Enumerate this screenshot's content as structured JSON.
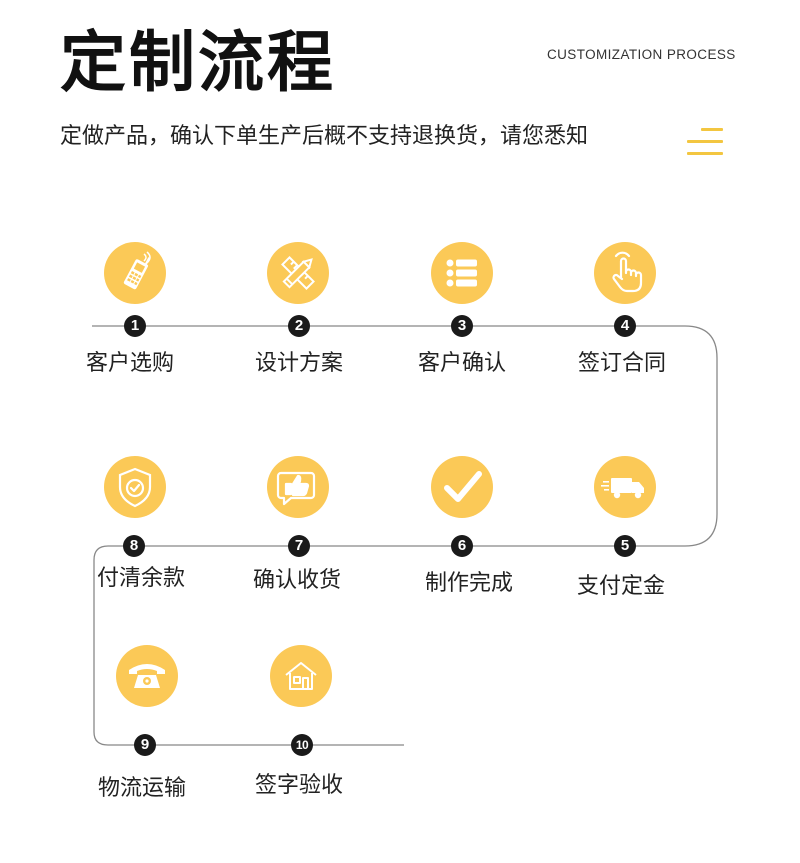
{
  "header": {
    "title": "定制流程",
    "english_title": "CUSTOMIZATION PROCESS",
    "notice": "定做产品，确认下单生产后概不支持退换货，请您悉知"
  },
  "colors": {
    "accent": "#fbc957",
    "dot": "#1a1a1a",
    "line": "#888888"
  },
  "steps": [
    {
      "number": "1",
      "label": "客户选购",
      "icon": "phone-icon"
    },
    {
      "number": "2",
      "label": "设计方案",
      "icon": "pencil-ruler-icon"
    },
    {
      "number": "3",
      "label": "客户确认",
      "icon": "list-icon"
    },
    {
      "number": "4",
      "label": "签订合同",
      "icon": "hand-pointer-icon"
    },
    {
      "number": "5",
      "label": "支付定金",
      "icon": "truck-icon"
    },
    {
      "number": "6",
      "label": "制作完成",
      "icon": "checkmark-icon"
    },
    {
      "number": "7",
      "label": "确认收货",
      "icon": "thumbs-up-icon"
    },
    {
      "number": "8",
      "label": "付清余款",
      "icon": "shield-check-icon"
    },
    {
      "number": "9",
      "label": "物流运输",
      "icon": "telephone-icon"
    },
    {
      "number": "10",
      "label": "签字验收",
      "icon": "house-icon"
    }
  ]
}
